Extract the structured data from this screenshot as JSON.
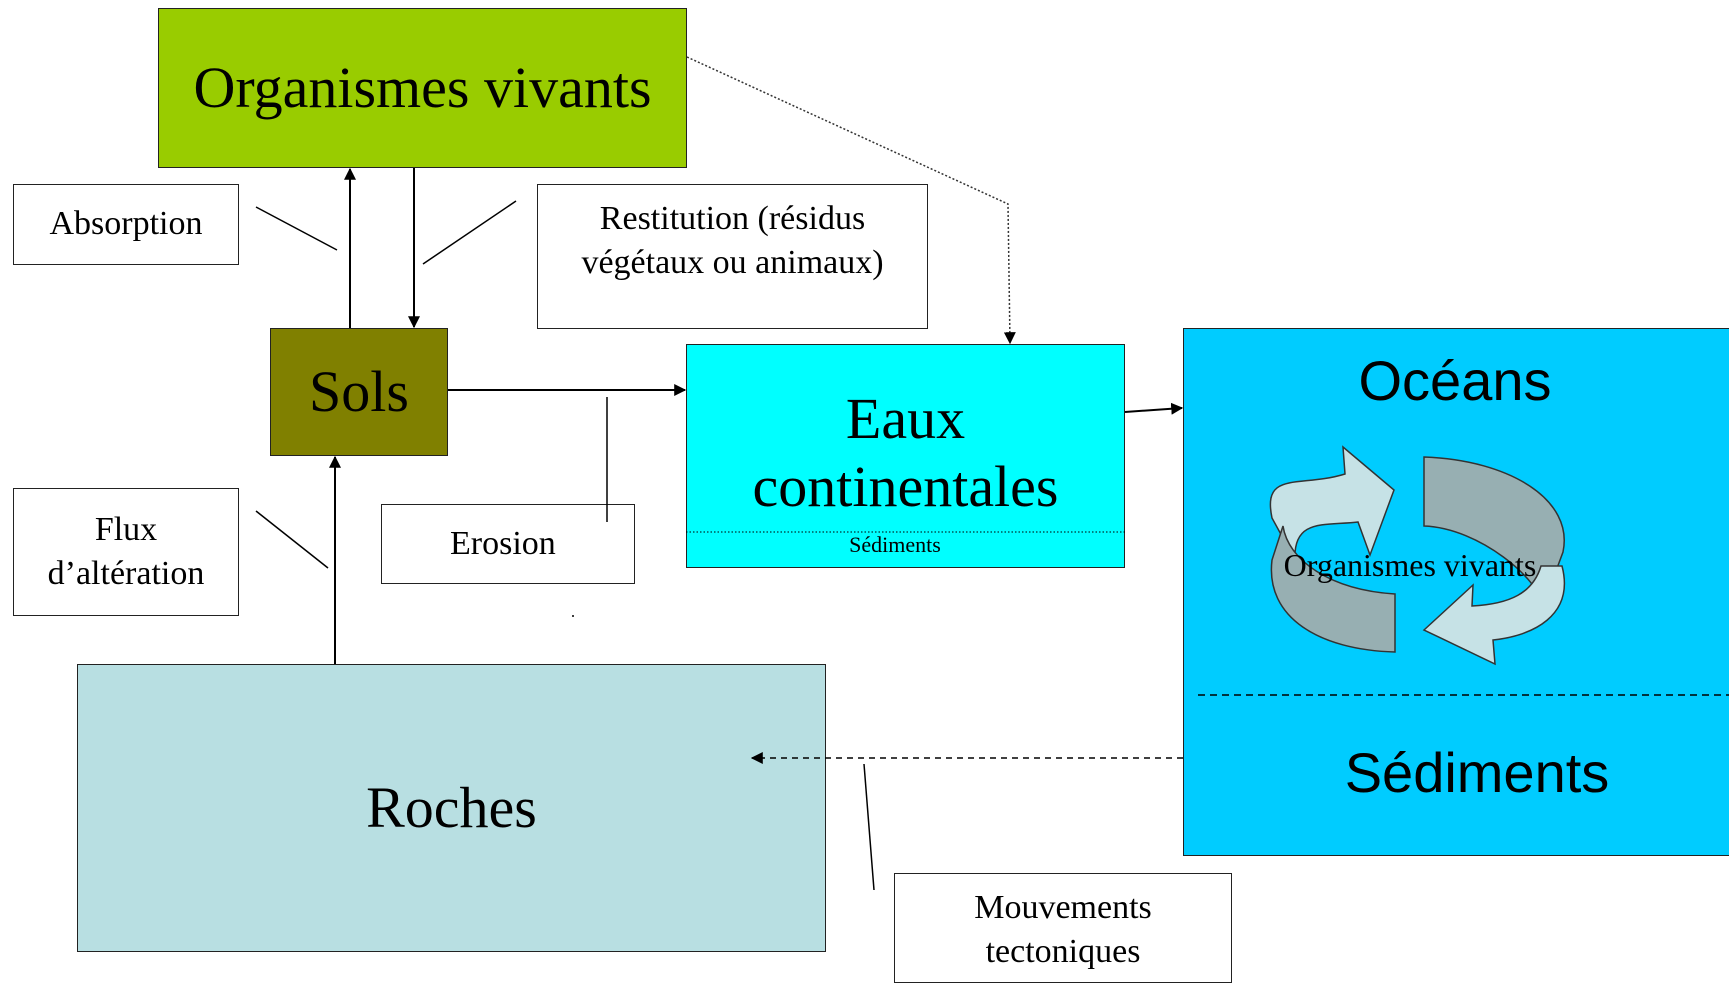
{
  "nodes": {
    "organismes": {
      "label": "Organismes vivants",
      "color": "#99cc00"
    },
    "sols": {
      "label": "Sols",
      "color": "#808000"
    },
    "eaux": {
      "label_line1": "Eaux",
      "label_line2": "continentales",
      "sediments_label": "Sédiments",
      "color": "#00ffff"
    },
    "oceans": {
      "label": "Océans",
      "cycle_label": "Organismes vivants",
      "sediments_label": "Sédiments",
      "color": "#00ccff"
    },
    "roches": {
      "label": "Roches",
      "color": "#b8dfe2"
    }
  },
  "process_labels": {
    "absorption": "Absorption",
    "restitution_line1": "Restitution (résidus",
    "restitution_line2": "végétaux ou animaux)",
    "flux_line1": "Flux",
    "flux_line2": "d’altération",
    "erosion": "Erosion",
    "mouvements_line1": "Mouvements",
    "mouvements_line2": "tectoniques"
  },
  "cycle_arrow_colors": {
    "light": "#c6e2e6",
    "dark": "#97afb2"
  }
}
